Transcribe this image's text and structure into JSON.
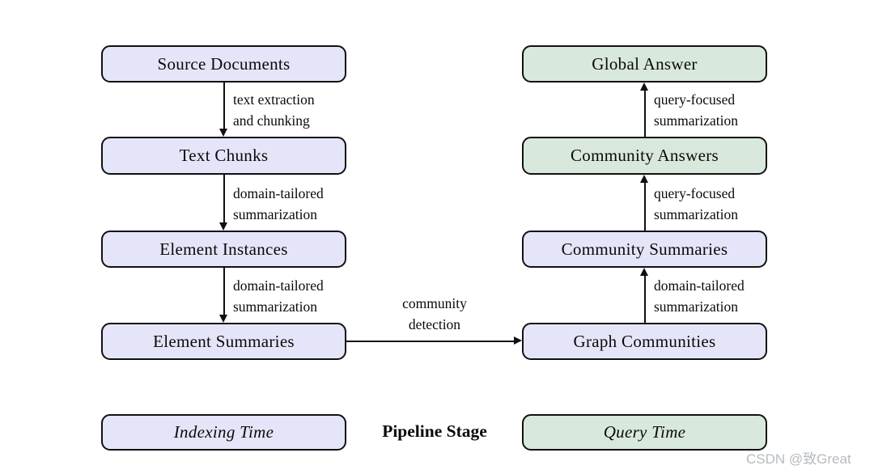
{
  "diagram": {
    "columns": {
      "indexing": {
        "nodes": [
          {
            "id": "source-documents",
            "label": "Source Documents"
          },
          {
            "id": "text-chunks",
            "label": "Text Chunks"
          },
          {
            "id": "element-instances",
            "label": "Element Instances"
          },
          {
            "id": "element-summaries",
            "label": "Element Summaries"
          }
        ],
        "edge_labels": [
          {
            "line1": "text extraction",
            "line2": "and chunking"
          },
          {
            "line1": "domain-tailored",
            "line2": "summarization"
          },
          {
            "line1": "domain-tailored",
            "line2": "summarization"
          }
        ],
        "footer_label": "Indexing Time"
      },
      "query": {
        "nodes": [
          {
            "id": "global-answer",
            "label": "Global Answer"
          },
          {
            "id": "community-answers",
            "label": "Community Answers"
          },
          {
            "id": "community-summaries",
            "label": "Community Summaries"
          },
          {
            "id": "graph-communities",
            "label": "Graph Communities"
          }
        ],
        "edge_labels": [
          {
            "line1": "query-focused",
            "line2": "summarization"
          },
          {
            "line1": "query-focused",
            "line2": "summarization"
          },
          {
            "line1": "domain-tailored",
            "line2": "summarization"
          }
        ],
        "footer_label": "Query Time"
      }
    },
    "cross_edge_label": {
      "line1": "community",
      "line2": "detection"
    },
    "center_label": "Pipeline Stage",
    "watermark": "CSDN @致Great",
    "colors": {
      "indexing_fill": "#e5e5f9",
      "query_fill": "#d9e8dc",
      "border": "#111111",
      "text": "#0a0a0a",
      "watermark_text": "#b5bbc0",
      "background": "#ffffff"
    }
  }
}
